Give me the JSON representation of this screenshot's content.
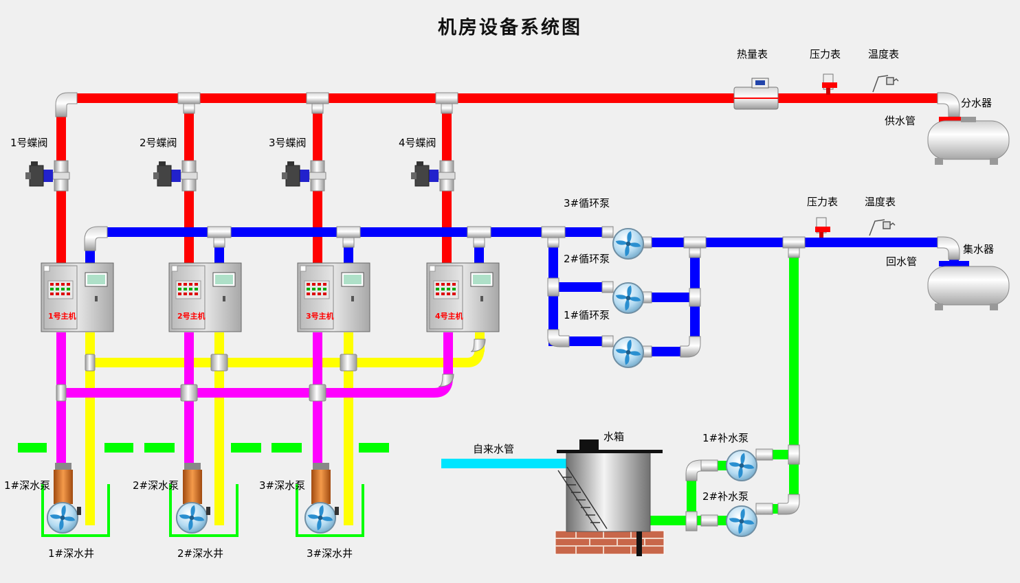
{
  "title": "机房设备系统图",
  "valves": [
    "1号蝶阀",
    "2号蝶阀",
    "3号蝶阀",
    "4号蝶阀"
  ],
  "hosts": [
    "1号主机",
    "2号主机",
    "3号主机",
    "4号主机"
  ],
  "meters": {
    "heat_meter": "热量表",
    "pressure_top": "压力表",
    "temp_top": "温度表",
    "pressure_mid": "压力表",
    "temp_mid": "温度表"
  },
  "distributor": {
    "name": "分水器",
    "pipe": "供水管"
  },
  "collector": {
    "name": "集水器",
    "pipe": "回水管"
  },
  "circ_pumps": [
    "3#循环泵",
    "2#循环泵",
    "1#循环泵"
  ],
  "deep_pumps": [
    "1#深水泵",
    "2#深水泵",
    "3#深水泵"
  ],
  "wells": [
    "1#深水井",
    "2#深水井",
    "3#深水井"
  ],
  "tap_water": "自来水管",
  "tank": "水箱",
  "makeup_pumps": [
    "1#补水泵",
    "2#补水泵"
  ],
  "colors": {
    "supply": "#ff0000",
    "return": "#0000ff",
    "heat_source_a": "#ff00ff",
    "heat_source_b": "#ffff00",
    "makeup": "#00ff00",
    "tap": "#00e5ff"
  }
}
